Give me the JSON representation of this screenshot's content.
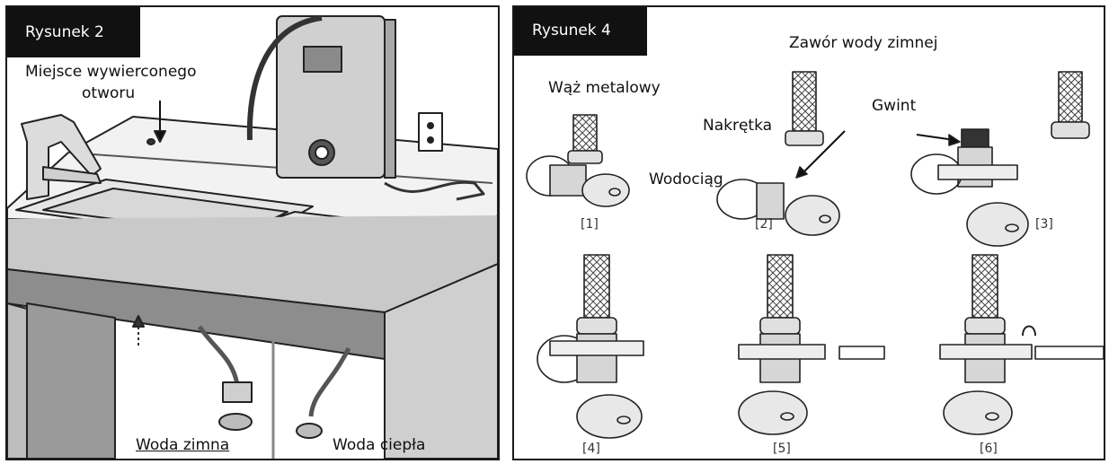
{
  "figure_left": {
    "title": "Rysunek 2",
    "labels": {
      "hole_line1": "Miejsce wywierconego",
      "hole_line2": "otworu",
      "cold_water": "Woda zimna",
      "hot_water": "Woda ciepła"
    }
  },
  "figure_right": {
    "title": "Rysunek 4",
    "labels": {
      "cold_valve": "Zawór wody zimnej",
      "metal_hose": "Wąż metalowy",
      "nut": "Nakrętka",
      "thread": "Gwint",
      "water_pipe": "Wodociąg"
    },
    "steps": [
      "[1]",
      "[2]",
      "[3]",
      "[4]",
      "[5]",
      "[6]"
    ]
  }
}
